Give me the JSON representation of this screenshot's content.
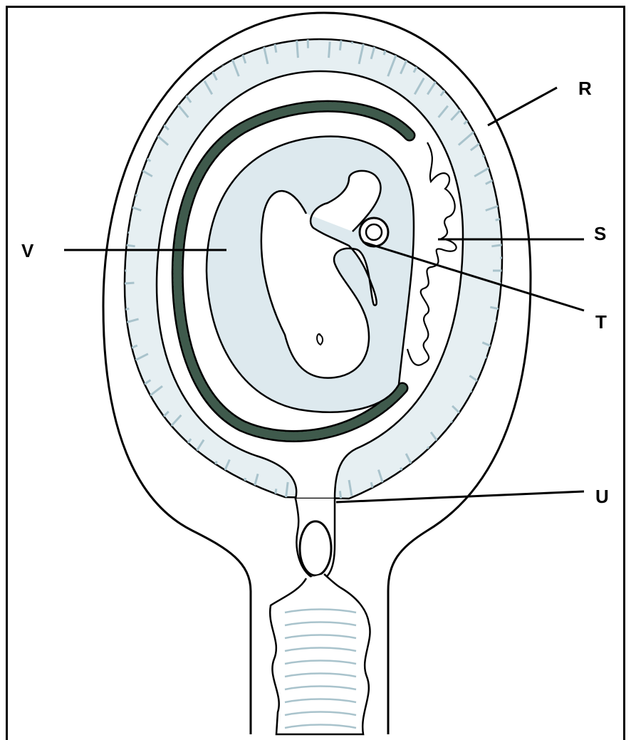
{
  "labels": {
    "R": "R",
    "S": "S",
    "T": "T",
    "U": "U",
    "V": "V"
  },
  "colors": {
    "fluid": "#dde9ee",
    "wall_hatch": "#a9c3cc",
    "amnion_band": "#3f5a4c",
    "outline": "#000000"
  }
}
